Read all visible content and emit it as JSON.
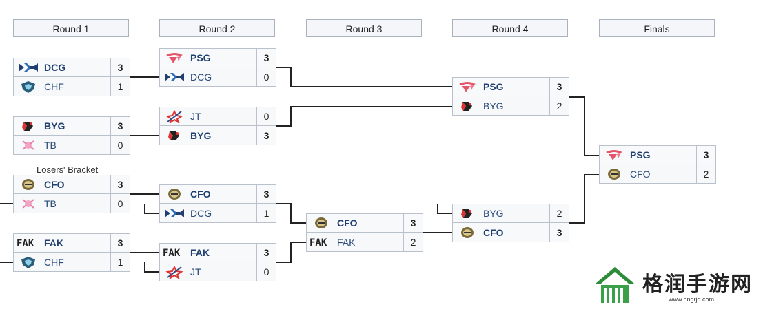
{
  "rounds": [
    "Round 1",
    "Round 2",
    "Round 3",
    "Round 4",
    "Finals"
  ],
  "losers_label": "Losers' Bracket",
  "matches": {
    "r1m1": [
      {
        "team": "DCG",
        "score": "3",
        "logo": "dcg-logo-icon",
        "win": true
      },
      {
        "team": "CHF",
        "score": "1",
        "logo": "chf-logo-icon",
        "win": false
      }
    ],
    "r1m2": [
      {
        "team": "BYG",
        "score": "3",
        "logo": "byg-logo-icon",
        "win": true
      },
      {
        "team": "TB",
        "score": "0",
        "logo": "tb-logo-icon",
        "win": false
      }
    ],
    "r1m3": [
      {
        "team": "CFO",
        "score": "3",
        "logo": "cfo-logo-icon",
        "win": true
      },
      {
        "team": "TB",
        "score": "0",
        "logo": "tb-logo-icon",
        "win": false
      }
    ],
    "r1m4": [
      {
        "team": "FAK",
        "score": "3",
        "logo": "fak-logo-icon",
        "win": true
      },
      {
        "team": "CHF",
        "score": "1",
        "logo": "chf-logo-icon",
        "win": false
      }
    ],
    "r2m1": [
      {
        "team": "PSG",
        "score": "3",
        "logo": "psg-logo-icon",
        "win": true
      },
      {
        "team": "DCG",
        "score": "0",
        "logo": "dcg-logo-icon",
        "win": false
      }
    ],
    "r2m2": [
      {
        "team": "JT",
        "score": "0",
        "logo": "jt-logo-icon",
        "win": false
      },
      {
        "team": "BYG",
        "score": "3",
        "logo": "byg-logo-icon",
        "win": true
      }
    ],
    "r2m3": [
      {
        "team": "CFO",
        "score": "3",
        "logo": "cfo-logo-icon",
        "win": true
      },
      {
        "team": "DCG",
        "score": "1",
        "logo": "dcg-logo-icon",
        "win": false
      }
    ],
    "r2m4": [
      {
        "team": "FAK",
        "score": "3",
        "logo": "fak-logo-icon",
        "win": true
      },
      {
        "team": "JT",
        "score": "0",
        "logo": "jt-logo-icon",
        "win": false
      }
    ],
    "r3m1": [
      {
        "team": "CFO",
        "score": "3",
        "logo": "cfo-logo-icon",
        "win": true
      },
      {
        "team": "FAK",
        "score": "2",
        "logo": "fak-logo-icon",
        "win": false
      }
    ],
    "r4m1": [
      {
        "team": "PSG",
        "score": "3",
        "logo": "psg-logo-icon",
        "win": true
      },
      {
        "team": "BYG",
        "score": "2",
        "logo": "byg-logo-icon",
        "win": false
      }
    ],
    "r4m2": [
      {
        "team": "BYG",
        "score": "2",
        "logo": "byg-logo-icon",
        "win": false
      },
      {
        "team": "CFO",
        "score": "3",
        "logo": "cfo-logo-icon",
        "win": true
      }
    ],
    "final": [
      {
        "team": "PSG",
        "score": "3",
        "logo": "psg-logo-icon",
        "win": true
      },
      {
        "team": "CFO",
        "score": "2",
        "logo": "cfo-logo-icon",
        "win": false
      }
    ]
  },
  "watermark": {
    "text": "格润手游网",
    "url": "www.hngrjd.com"
  }
}
